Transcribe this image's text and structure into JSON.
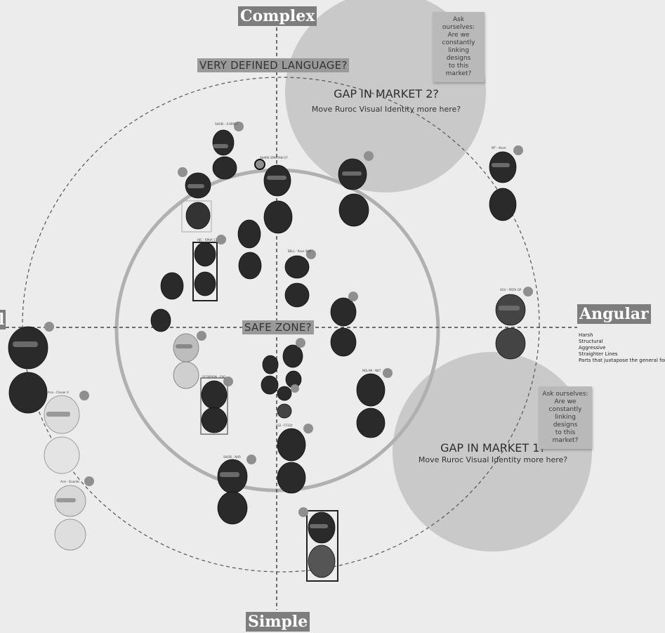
{
  "axes": {
    "top": "Complex",
    "bottom": "Simple",
    "right": "Angular",
    "left": "l"
  },
  "banners": {
    "defined_language": "VERY DEFINED LANGUAGE?",
    "safe_zone": "SAFE ZONE?"
  },
  "gap2": {
    "title": "GAP IN MARKET 2?",
    "subtitle": "Move Ruroc Visual Identity more here?"
  },
  "gap1": {
    "title": "GAP IN MARKET 1?",
    "subtitle": "Move Ruroc Visual Identity more here?"
  },
  "note_top": [
    "Ask ourselves:",
    "Are we",
    "constantly",
    "linking designs",
    "to this market?"
  ],
  "note_bottom": [
    "Ask ourselves:",
    "Are we",
    "constantly",
    "linking designs",
    "to this market?"
  ],
  "angular_traits": [
    "Harsh",
    "Structural",
    "Aggressive",
    "Straighter Lines",
    "Parts that juxtapose the general form"
  ],
  "helmet_labels": {
    "shark_spartan": "SHARK SPARTAN GT",
    "arai_chaser": "Arai - Chaser X",
    "arai_quantic": "Arai - Quantic",
    "agv_pista": "AGV - PISTA GP",
    "shoei_x": "SHOEI - X-SPIRIT",
    "hjc": "HJC - RPHA 11",
    "shoei_nxr": "SHOEI - NXR",
    "bell": "BELL - Race Star",
    "scorpion": "SCORPION - EXO",
    "nolan": "NOLAN - N87",
    "ls2": "LS2 - FF320",
    "mt": "MT - Atom"
  },
  "colors": {
    "background": "#ececec",
    "axis_label_bg": "#7d7d7d",
    "gap_circle": "#c9c9c9",
    "safe_ring": "#b0b0b0",
    "note_bg": "#b9b9b9"
  }
}
